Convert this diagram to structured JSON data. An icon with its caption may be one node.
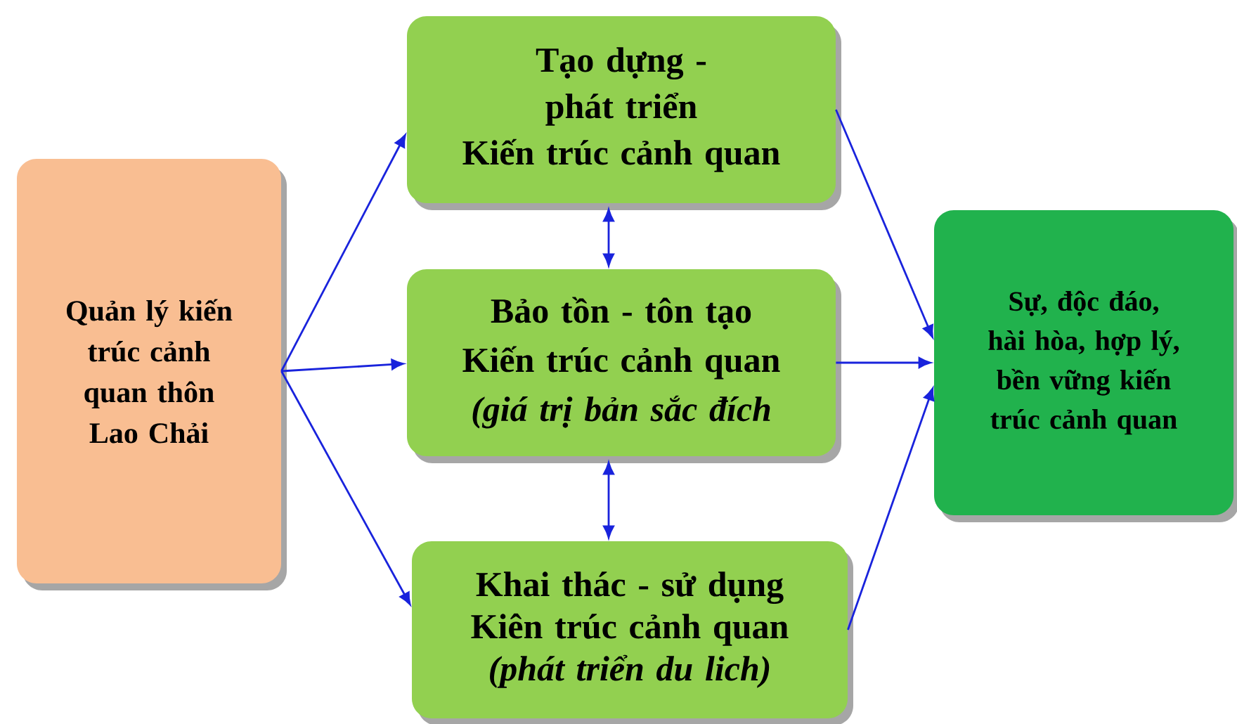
{
  "diagram": {
    "nodes": [
      {
        "text": [
          "Quản lý kiến trúc cảnh quan thôn Lao Chải"
        ]
      },
      {
        "text": [
          "Tạo dựng - phát triển",
          "Kiến trúc cảnh quan"
        ]
      },
      {
        "text": [
          "Bảo tồn - tôn tạo",
          "Kiến trúc cảnh quan",
          "(giá trị bản sắc đích"
        ]
      },
      {
        "text": [
          "Khai thác - sử dụng",
          "Kiên trúc cảnh quan",
          "(phát triển du lich)"
        ]
      },
      {
        "text": [
          "Sự, độc đáo, hài hòa, hợp lý, bền vững kiến trúc cảnh quan"
        ]
      }
    ],
    "edges": [
      {
        "from": 0,
        "to": 1,
        "arrow": "to"
      },
      {
        "from": 0,
        "to": 2,
        "arrow": "to"
      },
      {
        "from": 0,
        "to": 3,
        "arrow": "to"
      },
      {
        "from": 1,
        "to": 2,
        "arrow": "both"
      },
      {
        "from": 2,
        "to": 3,
        "arrow": "both"
      },
      {
        "from": 1,
        "to": 4,
        "arrow": "to"
      },
      {
        "from": 2,
        "to": 4,
        "arrow": "to"
      },
      {
        "from": 3,
        "to": 4,
        "arrow": "to"
      }
    ]
  }
}
